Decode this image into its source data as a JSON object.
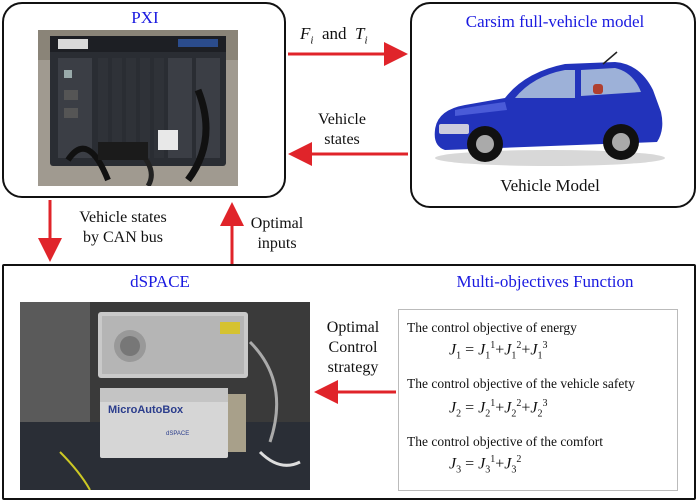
{
  "pxi": {
    "title": "PXI"
  },
  "carsim": {
    "title": "Carsim full-vehicle model",
    "caption": "Vehicle Model"
  },
  "dspace": {
    "title": "dSPACE",
    "objectives_title": "Multi-objectives Function"
  },
  "arrows": {
    "fi_symbol": "F",
    "fi_sub": "i",
    "and_text": "and",
    "ti_symbol": "T",
    "ti_sub": "i",
    "vehicle_states_line1": "Vehicle",
    "vehicle_states_line2": "states",
    "can_line1": "Vehicle states",
    "can_line2": "by CAN bus",
    "optimal_inputs_line1": "Optimal",
    "optimal_inputs_line2": "inputs",
    "strategy_line1": "Optimal",
    "strategy_line2": "Control",
    "strategy_line3": "strategy"
  },
  "objectives": [
    {
      "label": "The control objective of energy",
      "lhs": "J",
      "lhs_sub": "1",
      "terms": [
        {
          "sup": "1",
          "sub": "1"
        },
        {
          "sup": "2",
          "sub": "1"
        },
        {
          "sup": "3",
          "sub": "1"
        }
      ]
    },
    {
      "label": "The control objective of the vehicle safety",
      "lhs": "J",
      "lhs_sub": "2",
      "terms": [
        {
          "sup": "1",
          "sub": "2"
        },
        {
          "sup": "2",
          "sub": "2"
        },
        {
          "sup": "3",
          "sub": "2"
        }
      ]
    },
    {
      "label": "The control objective of the comfort",
      "lhs": "J",
      "lhs_sub": "3",
      "terms": [
        {
          "sup": "1",
          "sub": "3"
        },
        {
          "sup": "2",
          "sub": "3"
        }
      ]
    }
  ],
  "device_labels": {
    "microautobox": "MicroAutoBox",
    "dspace_small": "dSPACE"
  },
  "colors": {
    "arrow": "#e0242a",
    "title_blue": "#1a1ae0",
    "car_body": "#2233bb"
  }
}
